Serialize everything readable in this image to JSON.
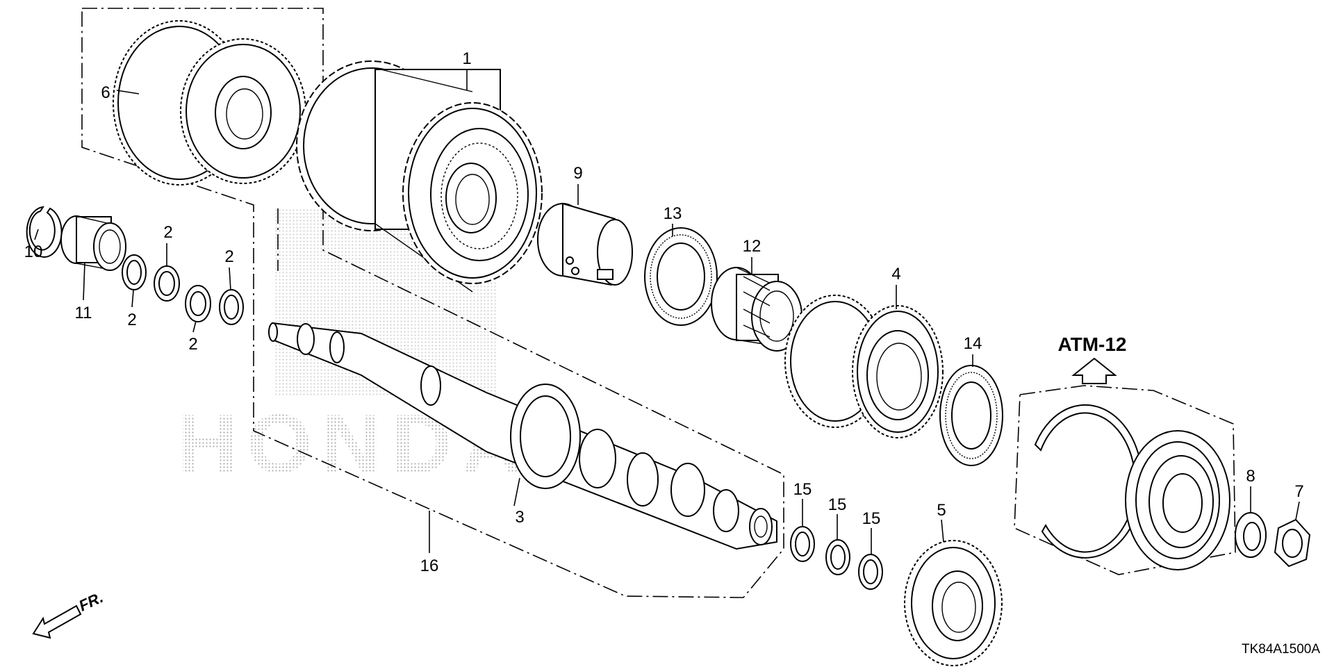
{
  "diagram": {
    "reference_label": "ATM-12",
    "direction_label": "FR.",
    "diagram_code": "TK84A1500A",
    "watermark": "HONDA",
    "callouts": {
      "c1": "1",
      "c2a": "2",
      "c2b": "2",
      "c2c": "2",
      "c2d": "2",
      "c3": "3",
      "c4": "4",
      "c5": "5",
      "c6": "6",
      "c7": "7",
      "c8": "8",
      "c9": "9",
      "c10": "10",
      "c11": "11",
      "c12": "12",
      "c13": "13",
      "c14": "14",
      "c15a": "15",
      "c15b": "15",
      "c15c": "15",
      "c16": "16"
    }
  }
}
